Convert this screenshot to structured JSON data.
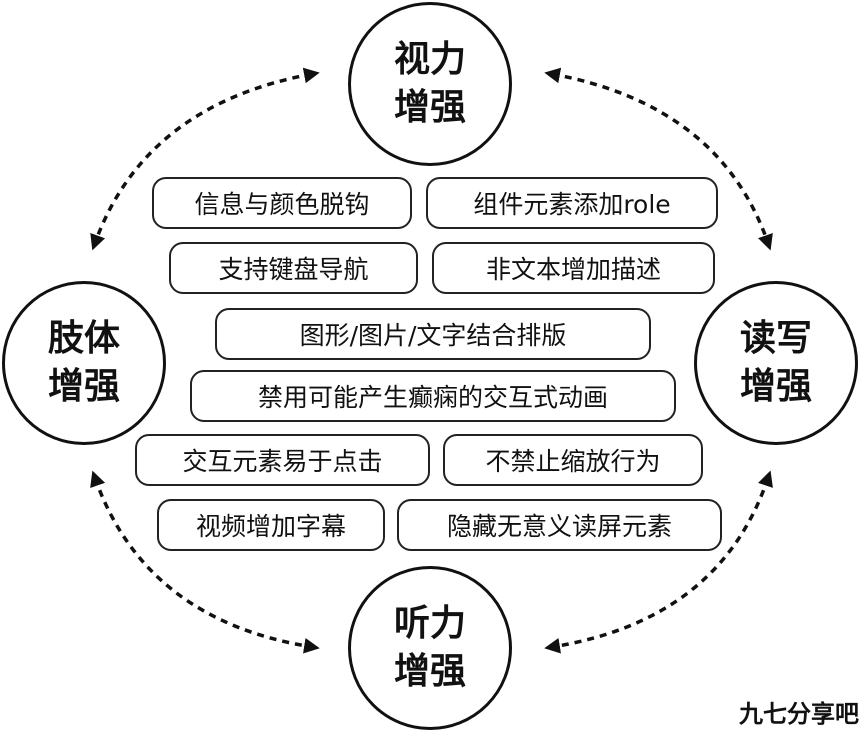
{
  "nodes": {
    "vision": {
      "line1": "视力",
      "line2": "增强"
    },
    "reading": {
      "line1": "读写",
      "line2": "增强"
    },
    "hearing": {
      "line1": "听力",
      "line2": "增强"
    },
    "limb": {
      "line1": "肢体",
      "line2": "增强"
    }
  },
  "measures": [
    "信息与颜色脱钩",
    "组件元素添加role",
    "支持键盘导航",
    "非文本增加描述",
    "图形/图片/文字结合排版",
    "禁用可能产生癫痫的交互式动画",
    "交互元素易于点击",
    "不禁止缩放行为",
    "视频增加字幕",
    "隐藏无意义读屏元素"
  ],
  "watermark": "九七分享吧",
  "colors": {
    "stroke": "#111111",
    "background": "#ffffff"
  }
}
